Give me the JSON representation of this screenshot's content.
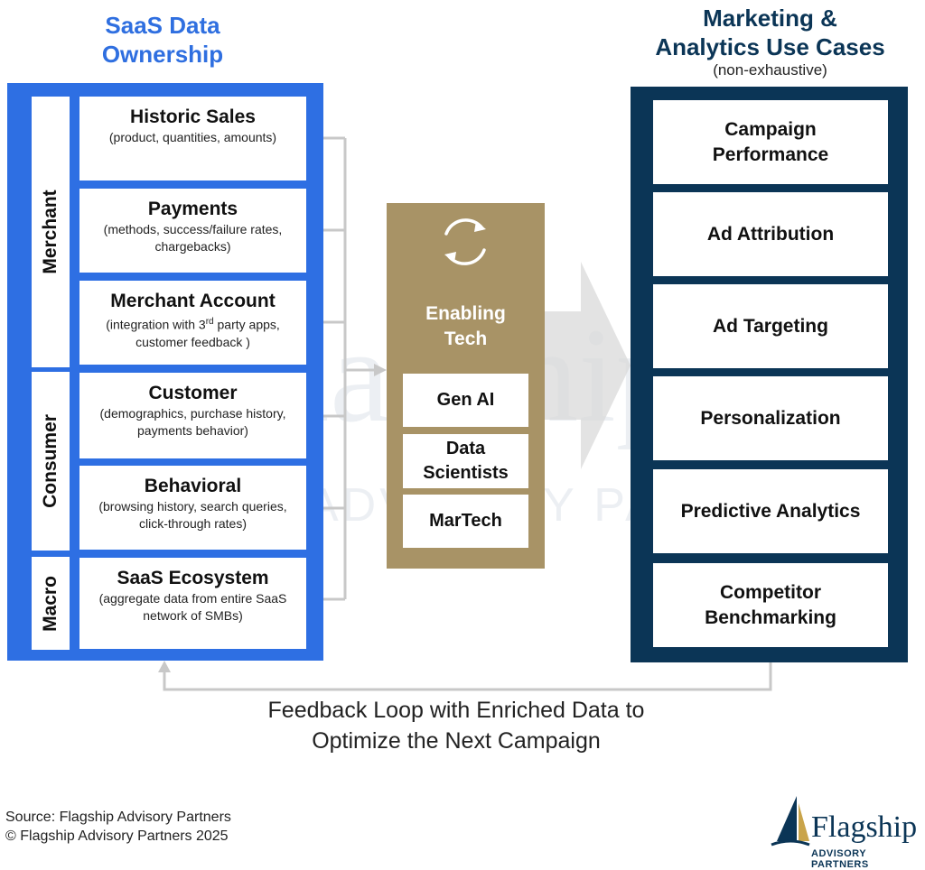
{
  "left": {
    "title_line1": "SaaS Data",
    "title_line2": "Ownership",
    "groups": [
      "Merchant",
      "Consumer",
      "Macro"
    ],
    "items": [
      {
        "title": "Historic Sales",
        "desc": "(product, quantities, amounts)"
      },
      {
        "title": "Payments",
        "desc": "(methods, success/failure rates, chargebacks)"
      },
      {
        "title": "Merchant Account",
        "desc_pre": "(integration with 3",
        "desc_sup": "rd",
        "desc_post": " party apps, customer feedback )"
      },
      {
        "title": "Customer",
        "desc": "(demographics, purchase history, payments behavior)"
      },
      {
        "title": "Behavioral",
        "desc": "(browsing history, search queries, click-through rates)"
      },
      {
        "title": "SaaS Ecosystem",
        "desc": "(aggregate data from entire SaaS network of SMBs)"
      }
    ]
  },
  "center": {
    "label_line1": "Enabling",
    "label_line2": "Tech",
    "items": [
      {
        "line1": "Gen AI",
        "line2": ""
      },
      {
        "line1": "Data",
        "line2": "Scientists"
      },
      {
        "line1": "MarTech",
        "line2": ""
      }
    ]
  },
  "right": {
    "title_line1": "Marketing &",
    "title_line2": "Analytics Use Cases",
    "subtitle": "(non-exhaustive)",
    "items": [
      {
        "line1": "Campaign",
        "line2": "Performance"
      },
      {
        "line1": "Ad Attribution",
        "line2": ""
      },
      {
        "line1": "Ad Targeting",
        "line2": ""
      },
      {
        "line1": "Personalization",
        "line2": ""
      },
      {
        "line1": "Predictive Analytics",
        "line2": ""
      },
      {
        "line1": "Competitor",
        "line2": "Benchmarking"
      }
    ]
  },
  "feedback": {
    "line1": "Feedback Loop with Enriched Data to",
    "line2": "Optimize the Next Campaign"
  },
  "footer": {
    "source": "Source: Flagship Advisory Partners",
    "copyright": "© Flagship Advisory Partners 2025"
  },
  "logo": {
    "word": "Flagship",
    "sub": "ADVISORY PARTNERS"
  },
  "watermark": {
    "word": "Flagship",
    "sub": "ADVISORY PARTNERS"
  },
  "colors": {
    "left": "#2e6fe3",
    "center": "#a89366",
    "right": "#0b3556",
    "connector": "#c8c8c8"
  },
  "icons": {
    "cycle": "refresh-cycle-icon"
  }
}
